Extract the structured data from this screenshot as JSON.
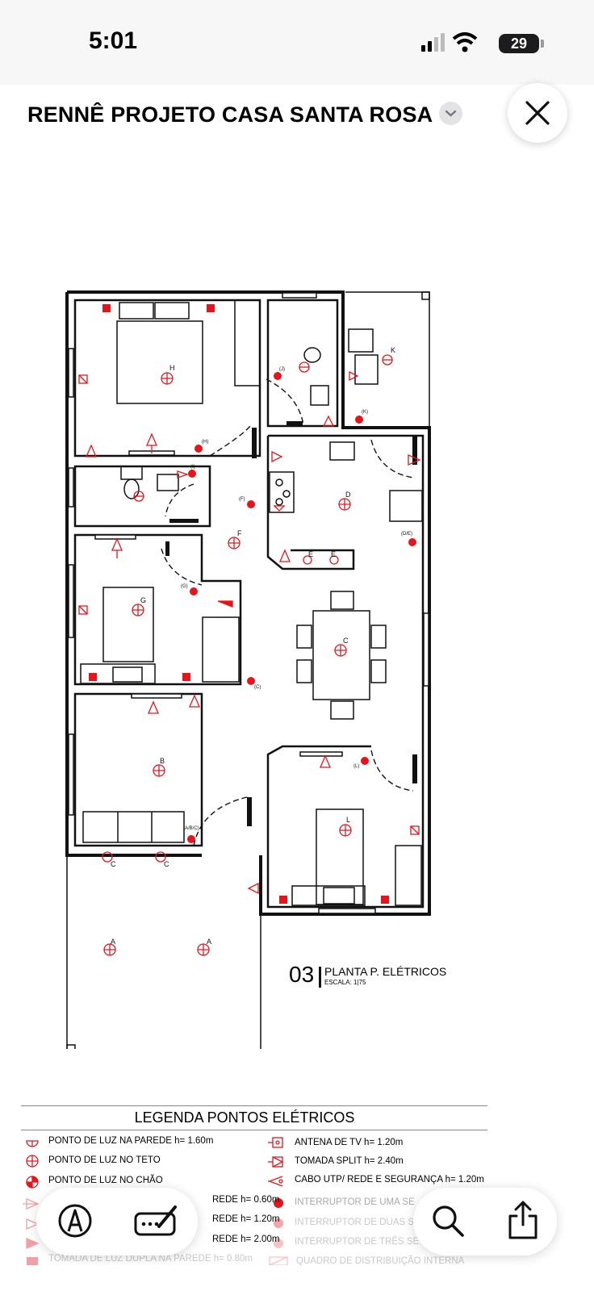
{
  "status_bar": {
    "time": "5:01",
    "battery": "29"
  },
  "header": {
    "title": "RENNÊ PROJETO CASA SANTA ROSA"
  },
  "plan": {
    "number": "03",
    "title": "PLANTA P. ELÉTRICOS",
    "scale": "ESCALA: 1|75",
    "room_labels": [
      "H",
      "D",
      "F",
      "G",
      "C",
      "B",
      "L",
      "A",
      "A",
      "K",
      "E",
      "E",
      "C",
      "C"
    ],
    "small_labels": [
      "(J)",
      "(H)",
      "(I)",
      "(F)",
      "(K)",
      "(D/E)",
      "(G)",
      "(C)",
      "(L)",
      "(A/B/C)"
    ]
  },
  "legend": {
    "title": "LEGENDA PONTOS ELÉTRICOS",
    "left": [
      "PONTO DE LUZ NA PAREDE h= 1.60m",
      "PONTO DE LUZ NO TETO",
      "PONTO DE LUZ NO CHÃO",
      "REDE h= 0.60m",
      "REDE h= 1.20m",
      "REDE h= 2.00m",
      "TOMADA DE LUZ DUPLA NA PAREDE h= 0.80m"
    ],
    "right": [
      "ANTENA DE TV h= 1.20m",
      "TOMADA SPLIT h= 2.40m",
      "CABO UTP/ REDE E SEGURANÇA h= 1.20m",
      "INTERRUPTOR DE UMA SE",
      "INTERRUPTOR DE DUAS S",
      "INTERRUPTOR DE TRÊS SE",
      "QUADRO DE DISTRIBUIÇÃO INTERNA"
    ]
  },
  "toolbar": {
    "markup_icon": "markup-pen-icon",
    "signature_icon": "signature-icon",
    "search_icon": "search-icon",
    "share_icon": "share-icon"
  },
  "colors": {
    "accent_red": "#e8141c",
    "line": "#111111"
  }
}
